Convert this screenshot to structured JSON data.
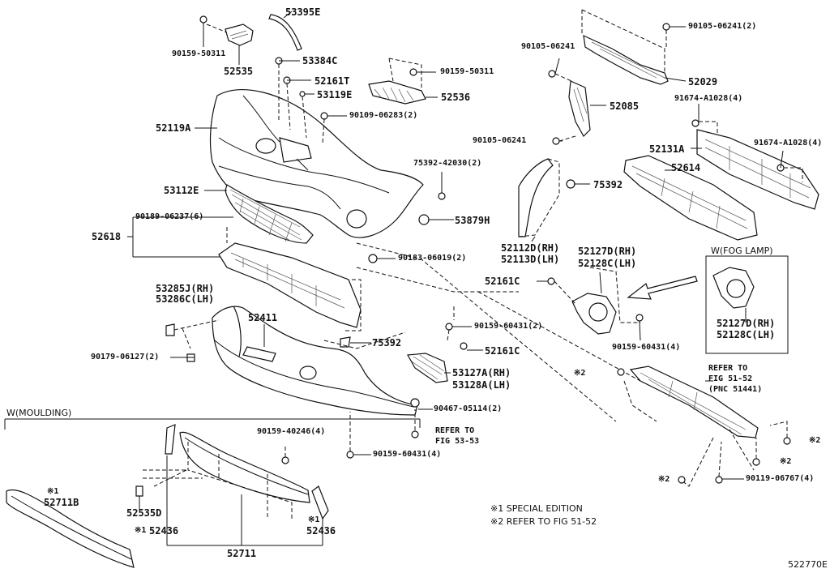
{
  "labels": {
    "p53395E": "53395E",
    "p90159_50311_a": "90159-50311",
    "p52535": "52535",
    "p53384C": "53384C",
    "p52161T": "52161T",
    "p53119E": "53119E",
    "p90109_06283": "90109-06283(2)",
    "p52119A": "52119A",
    "p90159_50311_b": "90159-50311",
    "p52536": "52536",
    "p75392_42030": "75392-42030(2)",
    "p53112E": "53112E",
    "p90189_06237": "90189-06237(6)",
    "p52618": "52618",
    "p53879H": "53879H",
    "p90183_06019": "90183-06019(2)",
    "p53285J": "53285J(RH)",
    "p53286C": "53286C(LH)",
    "p52411": "52411",
    "p90159_60431_a": "90159-60431(2)",
    "p90179_06127": "90179-06127(2)",
    "p75392_b": "75392",
    "p52161C_a": "52161C",
    "p53127A": "53127A(RH)",
    "p53128A": "53128A(LH)",
    "p90467_05114": "90467-05114(2)",
    "p90159_40246": "90159-40246(4)",
    "refer53_a": "REFER TO",
    "refer53_b": "FIG 53-53",
    "p90159_60431_b": "90159-60431(4)",
    "moulding_title": "W(MOULDING)",
    "p52711B": "52711B",
    "p52535D": "52535D",
    "p52436_l": "52436",
    "p52436_r": "52436",
    "p52711": "52711",
    "mark1_a": "※1",
    "mark1_b": "※1",
    "mark1_c": "※1",
    "p90105_06241_a": "90105-06241",
    "p90105_06241_b": "90105-06241(2)",
    "p52029": "52029",
    "p52085": "52085",
    "p91674_a": "91674-A1028(4)",
    "p90105_06241_c": "90105-06241",
    "p52131A": "52131A",
    "p91674_b": "91674-A1028(4)",
    "p52614": "52614",
    "p75392_a": "75392",
    "p52112D": "52112D(RH)",
    "p52113D": "52113D(LH)",
    "p52127D_a": "52127D(RH)",
    "p52128C_a": "52128C(LH)",
    "fog_title": "W(FOG LAMP)",
    "p52127D_b": "52127D(RH)",
    "p52128C_b": "52128C(LH)",
    "p52161C_b": "52161C",
    "p90159_60431_c": "90159-60431(4)",
    "mark2_a": "※2",
    "refer51_a": "REFER TO",
    "refer51_b": "FIG 51-52",
    "refer51_c": "(PNC 51441)",
    "mark2_b": "※2",
    "mark2_c": "※2",
    "mark2_d": "※2",
    "p90119_06767": "90119-06767(4)",
    "note1": "※1 SPECIAL EDITION",
    "note2": "※2 REFER TO FIG 51-52",
    "diagram_id": "522770E"
  }
}
